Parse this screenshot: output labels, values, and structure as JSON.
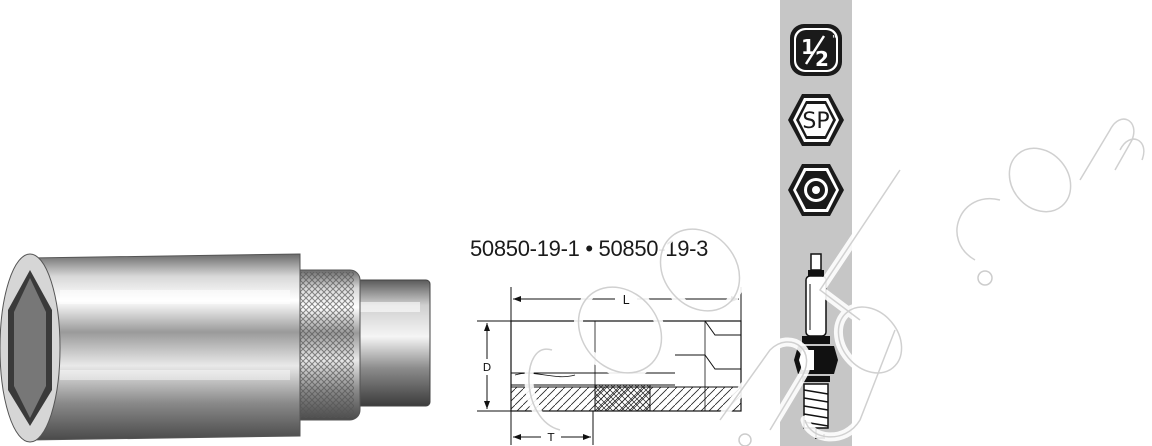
{
  "part_numbers": "50850-19-1 • 50850-19-3",
  "drawing": {
    "length_label": "L",
    "diameter_label": "D",
    "depth_label": "T"
  },
  "badges": [
    {
      "name": "half-inch-drive-icon",
      "text": "1/2\""
    },
    {
      "name": "spark-plug-sp-icon",
      "text": "SP"
    },
    {
      "name": "hex-nut-icon",
      "text": ""
    },
    {
      "name": "spark-plug-icon",
      "text": ""
    }
  ],
  "watermark_text": "..COOL ng.com"
}
